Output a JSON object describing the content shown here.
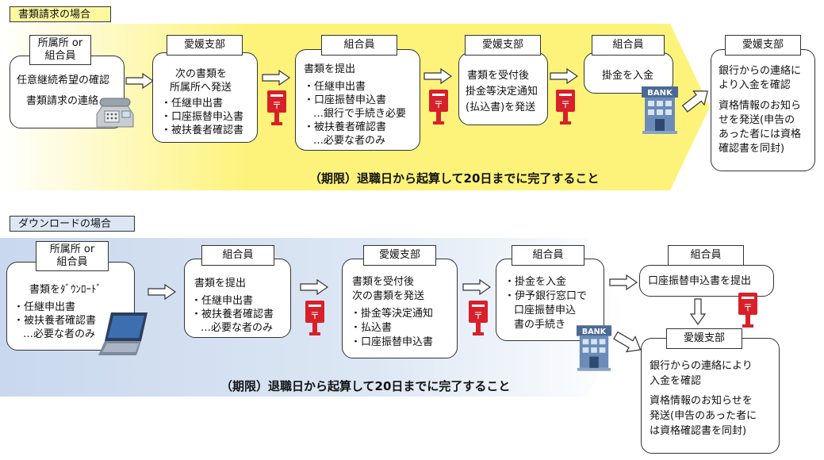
{
  "section1": {
    "label": "書類請求の場合",
    "deadline": "（期限）退職日から起算して20日までに完了すること",
    "steps": [
      {
        "tag_line1": "所属所 or",
        "tag_line2": "組合員",
        "lines": [
          "任意継続希望の確認",
          "書類請求の連絡"
        ]
      },
      {
        "tag": "愛媛支部",
        "lines": [
          "次の書類を",
          "所属所へ発送",
          "・任継申出書",
          "・口座振替申込書",
          "・被扶養者確認書"
        ]
      },
      {
        "tag": "組合員",
        "lines": [
          "書類を提出",
          "・任継申出書",
          "・口座振替申込書",
          "…銀行で手続き必要",
          "・被扶養者確認書",
          "…必要な者のみ"
        ]
      },
      {
        "tag": "愛媛支部",
        "lines": [
          "書類を受付後",
          "掛金等決定通知",
          "(払込書)を発送"
        ]
      },
      {
        "tag": "組合員",
        "lines": [
          "掛金を入金"
        ]
      },
      {
        "tag": "愛媛支部",
        "lines": [
          "銀行からの連絡に",
          "より入金を確認",
          "資格情報のお知ら",
          "せを発送(申告の",
          "あった者には資格",
          "確認書を同封)"
        ]
      }
    ]
  },
  "section2": {
    "label": "ダウンロードの場合",
    "deadline": "（期限）退職日から起算して20日までに完了すること",
    "steps": [
      {
        "tag_line1": "所属所 or",
        "tag_line2": "組合員",
        "lines": [
          "書類をﾀﾞｳﾝﾛｰﾄﾞ",
          "・任継申出書",
          "・被扶養者確認書",
          "…必要な者のみ"
        ]
      },
      {
        "tag": "組合員",
        "lines": [
          "書類を提出",
          "・任継申出書",
          "・被扶養者確認書",
          "…必要な者のみ"
        ]
      },
      {
        "tag": "愛媛支部",
        "lines": [
          "書類を受付後",
          "次の書類を発送",
          "・掛金等決定通知",
          "・払込書",
          "・口座振替申込書"
        ]
      },
      {
        "tag": "組合員",
        "lines": [
          "・掛金を入金",
          "・伊予銀行窓口で",
          "口座振替申込",
          "書の手続き"
        ]
      },
      {
        "tag": "組合員",
        "lines": [
          "口座振替申込書を提出"
        ]
      },
      {
        "tag": "愛媛支部",
        "lines": [
          "銀行からの連絡により",
          "入金を確認",
          "資格情報のお知らせを",
          "発送(申告のあった者に",
          "は資格確認書を同封)"
        ]
      }
    ]
  },
  "bank_sign": "BANK",
  "colors": {
    "yellow": "#fdf37a",
    "blue": "#c9d8ee",
    "postbox": "#d8202a",
    "bank": "#5f7ea8",
    "label1_bg": "#fef9a0",
    "label2_bg": "#dde7f4"
  }
}
